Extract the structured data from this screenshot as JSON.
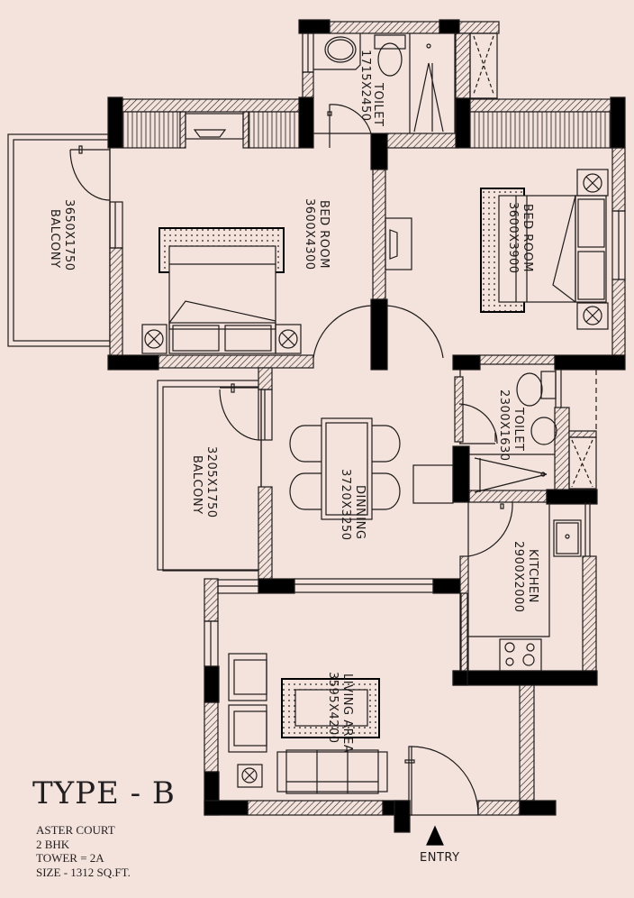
{
  "plan": {
    "type_title": "TYPE - B",
    "project": "ASTER COURT",
    "configuration": "2 BHK",
    "tower": "TOWER = 2A",
    "size": "SIZE - 1312 SQ.FT.",
    "entry_label": "ENTRY"
  },
  "rooms": {
    "toilet_top": {
      "name": "TOILET",
      "dims": "1715X2450"
    },
    "bedroom_left": {
      "name": "BED ROOM",
      "dims": "3600X4300"
    },
    "bedroom_right": {
      "name": "BED ROOM",
      "dims": "3600X3900"
    },
    "balcony_top": {
      "name": "BALCONY",
      "dims": "3650X1750"
    },
    "balcony_mid": {
      "name": "BALCONY",
      "dims": "3205X1750"
    },
    "dining": {
      "name": "DINNING",
      "dims": "3720X3250"
    },
    "toilet_right": {
      "name": "TOILET",
      "dims": "2300X1630"
    },
    "kitchen": {
      "name": "KITCHEN",
      "dims": "2900X2000"
    },
    "living": {
      "name": "LIVING AREA",
      "dims": "3595X4200"
    }
  },
  "colors": {
    "background": "#f3e3dc",
    "wall": "#000000",
    "line": "#1e1a1a"
  }
}
